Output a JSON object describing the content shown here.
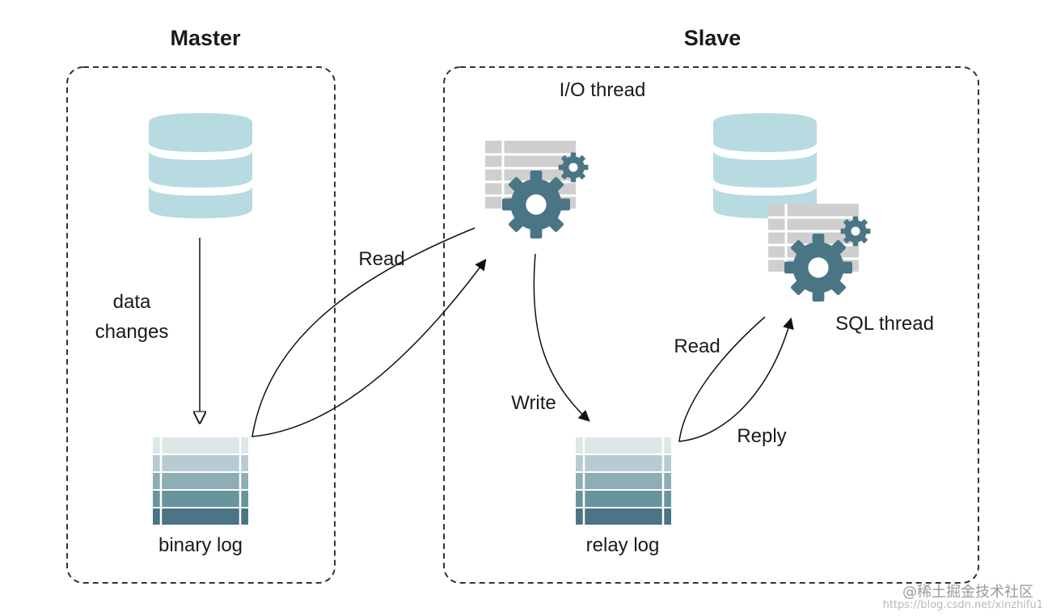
{
  "master": {
    "title": "Master",
    "data_changes_label": [
      "data",
      "changes"
    ],
    "binary_log_label": "binary log"
  },
  "slave": {
    "title": "Slave",
    "io_thread_label": "I/O thread",
    "sql_thread_label": "SQL thread",
    "relay_log_label": "relay log"
  },
  "flows": {
    "master_read_label": "Read",
    "write_label": "Write",
    "slave_read_label": "Read",
    "reply_label": "Reply"
  },
  "watermark": {
    "line1": "@稀土掘金技术社区",
    "line2": "https://blog.csdn.net/xinzhifu1"
  },
  "colors": {
    "db_light": "#b7dbe0",
    "gear": "#4a7585",
    "grid": "#cfcfcf",
    "log_rows": [
      "#d8e4e6",
      "#b4cbd0",
      "#8aaab2",
      "#65909a",
      "#4a7585"
    ]
  }
}
